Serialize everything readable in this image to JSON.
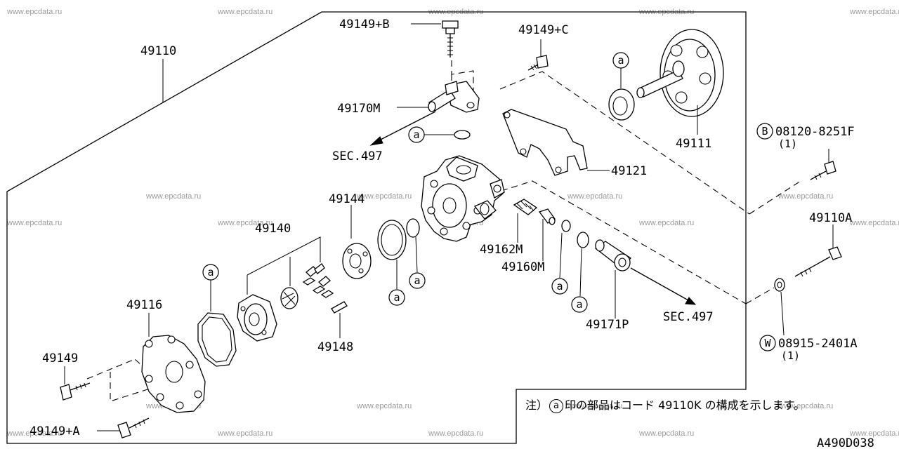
{
  "parts": {
    "p49110": "49110",
    "p49149B": "49149+B",
    "p49149C": "49149+C",
    "p49170M": "49170M",
    "sec497_top": "SEC.497",
    "p49111": "49111",
    "p49121": "49121",
    "p49144": "49144",
    "p49140": "49140",
    "p49162M": "49162M",
    "p49160M": "49160M",
    "p49116": "49116",
    "p49148": "49148",
    "p49171P": "49171P",
    "sec497_bottom": "SEC.497",
    "p49149": "49149",
    "p49149A": "49149+A",
    "p49110A": "49110A"
  },
  "callouts": {
    "b_marker": "B",
    "b_part": "08120-8251F",
    "b_qty": "(1)",
    "w_marker": "W",
    "w_part": "08915-2401A",
    "w_qty": "(1)",
    "a_marker": "a"
  },
  "note": {
    "prefix": "注）",
    "marker": "a",
    "text": "印の部品はコード 49110K の構成を示します。"
  },
  "diagram_code": "A490D038",
  "watermark": "www.epcdata.ru"
}
